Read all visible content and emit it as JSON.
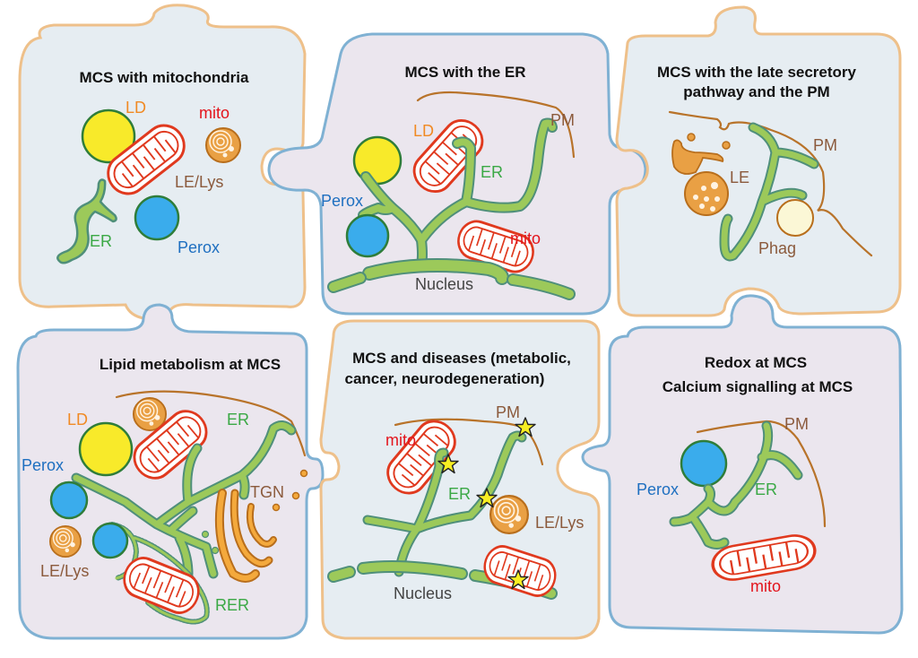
{
  "colors": {
    "panel_fill_blue": "#e6edf2",
    "panel_fill_lilac": "#ebe6ee",
    "border_orange": "#eec08a",
    "border_blue": "#7fb1d3",
    "ld": "#f8ea2a",
    "perox": "#3aacec",
    "er": "#9cc95a",
    "mito": "#e0391e",
    "pm": "#b8732a",
    "label_ld": "#f08a24",
    "label_mito": "#e3141c",
    "label_er": "#3aa845",
    "label_perox": "#1e6fc0",
    "label_brown": "#8b5a3c",
    "label_nucleus": "#444444",
    "star": "#f7ee22"
  },
  "panels": [
    {
      "id": "mitochondria",
      "title": [
        "MCS with mitochondria"
      ],
      "labels": {
        "ld": "LD",
        "mito": "mito",
        "lys": "LE/Lys",
        "er": "ER",
        "perox": "Perox"
      }
    },
    {
      "id": "er",
      "title": [
        "MCS with the ER"
      ],
      "labels": {
        "pm": "PM",
        "ld": "LD",
        "er": "ER",
        "perox": "Perox",
        "mito": "mito",
        "nucleus": "Nucleus"
      }
    },
    {
      "id": "late-secretory",
      "title": [
        "MCS with the late secretory",
        "pathway and the PM"
      ],
      "labels": {
        "pm": "PM",
        "le": "LE",
        "phag": "Phag"
      }
    },
    {
      "id": "lipid",
      "title": [
        "Lipid metabolism at MCS"
      ],
      "labels": {
        "ld": "LD",
        "er": "ER",
        "perox": "Perox",
        "tgn": "TGN",
        "lys": "LE/Lys",
        "rer": "RER"
      }
    },
    {
      "id": "diseases",
      "title": [
        "MCS and diseases (metabolic,",
        "cancer, neurodegeneration)"
      ],
      "labels": {
        "pm": "PM",
        "mito": "mito",
        "er": "ER",
        "lys": "LE/Lys",
        "nucleus": "Nucleus"
      }
    },
    {
      "id": "redox",
      "title": [
        "Redox at MCS",
        "Calcium signalling at MCS"
      ],
      "labels": {
        "pm": "PM",
        "perox": "Perox",
        "er": "ER",
        "mito": "mito"
      }
    }
  ]
}
